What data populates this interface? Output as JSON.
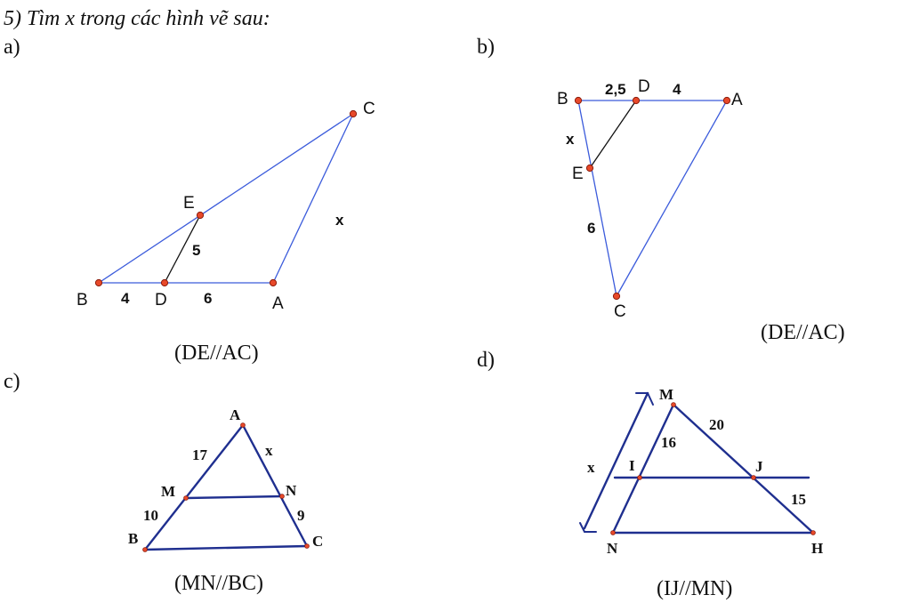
{
  "header": {
    "prompt": "5) Tìm x trong các hình vẽ sau:"
  },
  "figures": {
    "a": {
      "label": "a)",
      "caption": "(DE//AC)",
      "points": {
        "B": "B",
        "D": "D",
        "A": "A",
        "E": "E",
        "C": "C"
      },
      "lengths": {
        "BD": "4",
        "DA": "6",
        "DE": "5",
        "AC": "x"
      }
    },
    "b": {
      "label": "b)",
      "caption": "(DE//AC)",
      "points": {
        "B": "B",
        "D": "D",
        "A": "A",
        "E": "E",
        "C": "C"
      },
      "lengths": {
        "BD": "2,5",
        "DA": "4",
        "BE": "x",
        "EC": "6"
      }
    },
    "c": {
      "label": "c)",
      "caption": "(MN//BC)",
      "points": {
        "A": "A",
        "M": "M",
        "N": "N",
        "B": "B",
        "C": "C"
      },
      "lengths": {
        "AM": "17",
        "MB": "10",
        "AN": "x",
        "NC": "9"
      }
    },
    "d": {
      "label": "d)",
      "caption": "(IJ//MN)",
      "points": {
        "M": "M",
        "I": "I",
        "J": "J",
        "N": "N",
        "H": "H"
      },
      "lengths": {
        "x": "x",
        "MI": "16",
        "MJ": "20",
        "JH": "15"
      }
    }
  },
  "colors": {
    "line_blue": "#3b5bdb",
    "line_navy": "#1f2f8f",
    "segment_black": "#111111",
    "point_fill": "#e8492a",
    "point_stroke": "#8a1c0c",
    "text": "#111111"
  }
}
